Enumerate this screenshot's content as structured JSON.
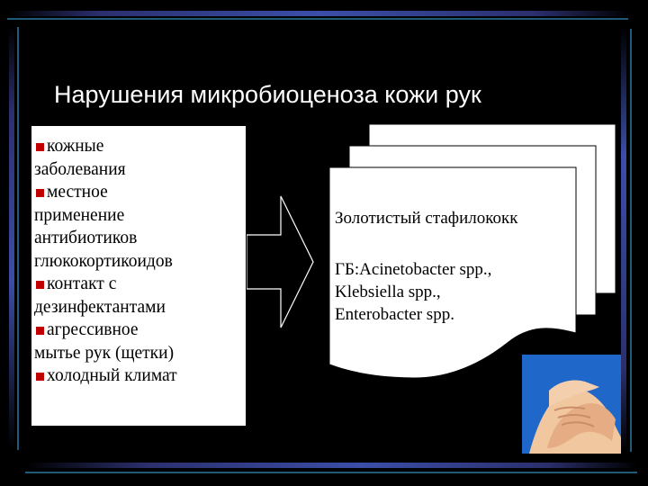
{
  "slide": {
    "title": "Нарушения микробиоценоза кожи рук",
    "left_list": [
      {
        "bullet": true,
        "text": "кожные"
      },
      {
        "bullet": false,
        "text": "заболевания"
      },
      {
        "bullet": true,
        "text": "местное"
      },
      {
        "bullet": false,
        "text": "применение"
      },
      {
        "bullet": false,
        "text": "антибиотиков"
      },
      {
        "bullet": false,
        "text": "глюкокортикоидов"
      },
      {
        "bullet": true,
        "text": "контакт с"
      },
      {
        "bullet": false,
        "text": "дезинфектантами"
      },
      {
        "bullet": true,
        "text": "агрессивное"
      },
      {
        "bullet": false,
        "text": "мытье рук (щетки)"
      },
      {
        "bullet": true,
        "text": "холодный климат"
      }
    ],
    "document": {
      "line1": "Золотистый стафилококк",
      "line2": "ГБ:Acinetobacter spp.,",
      "line3": "Klebsiella spp.,",
      "line4": "Enterobacter spp."
    },
    "colors": {
      "bullet": "#c00000",
      "frame": "#3b4ea8",
      "hands_bg": "#1f67c9"
    },
    "icons": [
      "right-arrow-icon",
      "clasped-hands-image"
    ]
  }
}
